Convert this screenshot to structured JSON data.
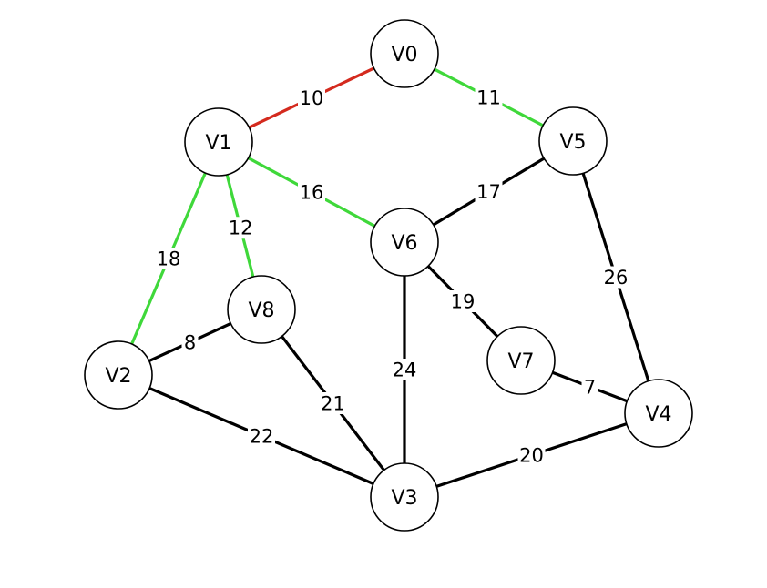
{
  "colors": {
    "red": "#d42a1e",
    "green": "#3fd83a",
    "black": "#000000"
  },
  "nodes": [
    {
      "id": "V0",
      "label": "V0"
    },
    {
      "id": "V1",
      "label": "V1"
    },
    {
      "id": "V2",
      "label": "V2"
    },
    {
      "id": "V3",
      "label": "V3"
    },
    {
      "id": "V4",
      "label": "V4"
    },
    {
      "id": "V5",
      "label": "V5"
    },
    {
      "id": "V6",
      "label": "V6"
    },
    {
      "id": "V7",
      "label": "V7"
    },
    {
      "id": "V8",
      "label": "V8"
    }
  ],
  "edges": [
    {
      "from": "V0",
      "to": "V1",
      "weight": "10",
      "color": "red"
    },
    {
      "from": "V0",
      "to": "V5",
      "weight": "11",
      "color": "green"
    },
    {
      "from": "V1",
      "to": "V6",
      "weight": "16",
      "color": "green"
    },
    {
      "from": "V1",
      "to": "V8",
      "weight": "12",
      "color": "green"
    },
    {
      "from": "V1",
      "to": "V2",
      "weight": "18",
      "color": "green"
    },
    {
      "from": "V5",
      "to": "V6",
      "weight": "17",
      "color": "black"
    },
    {
      "from": "V5",
      "to": "V4",
      "weight": "26",
      "color": "black"
    },
    {
      "from": "V6",
      "to": "V7",
      "weight": "19",
      "color": "black"
    },
    {
      "from": "V6",
      "to": "V3",
      "weight": "24",
      "color": "black"
    },
    {
      "from": "V8",
      "to": "V2",
      "weight": "8",
      "color": "black"
    },
    {
      "from": "V8",
      "to": "V3",
      "weight": "21",
      "color": "black"
    },
    {
      "from": "V2",
      "to": "V3",
      "weight": "22",
      "color": "black"
    },
    {
      "from": "V7",
      "to": "V4",
      "weight": "7",
      "color": "black"
    },
    {
      "from": "V3",
      "to": "V4",
      "weight": "20",
      "color": "black"
    }
  ]
}
